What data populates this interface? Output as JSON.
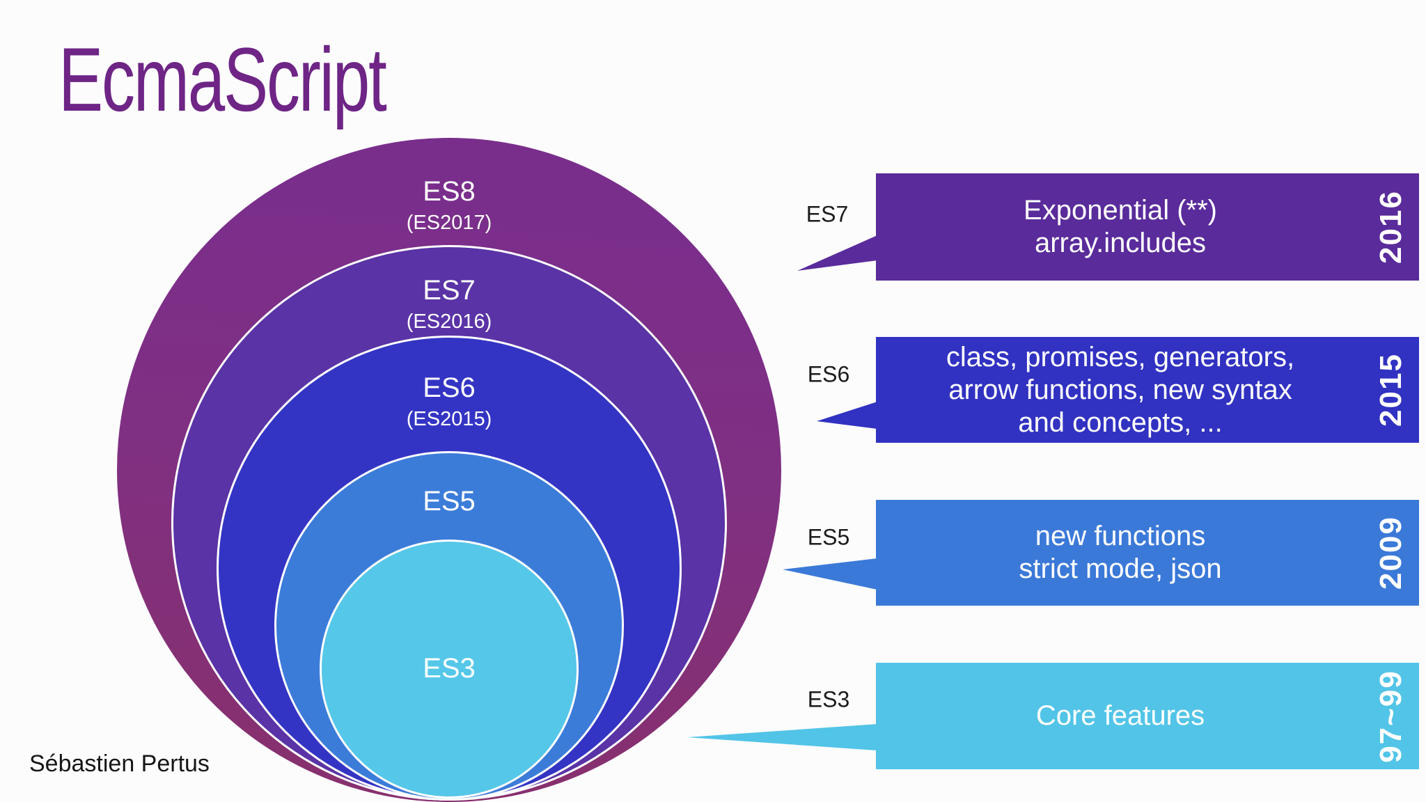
{
  "title": "EcmaScript",
  "author": "Sébastien Pertus",
  "background_color": "#FCFCFD",
  "title_color": "#6E2585",
  "circles": [
    {
      "label": "ES8",
      "sublabel": "(ES2017)",
      "color": "#7A2E8C"
    },
    {
      "label": "ES7",
      "sublabel": "(ES2016)",
      "color": "#5A33A6"
    },
    {
      "label": "ES6",
      "sublabel": "(ES2015)",
      "color": "#3434C4"
    },
    {
      "label": "ES5",
      "sublabel": "",
      "color": "#3C7CD9"
    },
    {
      "label": "ES3",
      "sublabel": "",
      "color": "#55C7E9"
    }
  ],
  "callouts": [
    {
      "ref_label": "ES7",
      "year": "2016",
      "color": "#5A2B9B",
      "lines": [
        "Exponential (**)",
        "array.includes"
      ]
    },
    {
      "ref_label": "ES6",
      "year": "2015",
      "color": "#3132C1",
      "lines": [
        "class, promises, generators,",
        "arrow functions, new syntax",
        "and concepts, ..."
      ]
    },
    {
      "ref_label": "ES5",
      "year": "2009",
      "color": "#3B79D8",
      "lines": [
        "new functions",
        "strict mode, json"
      ]
    },
    {
      "ref_label": "ES3",
      "year": "97~99",
      "color": "#52C4E7",
      "lines": [
        "Core features"
      ]
    }
  ]
}
